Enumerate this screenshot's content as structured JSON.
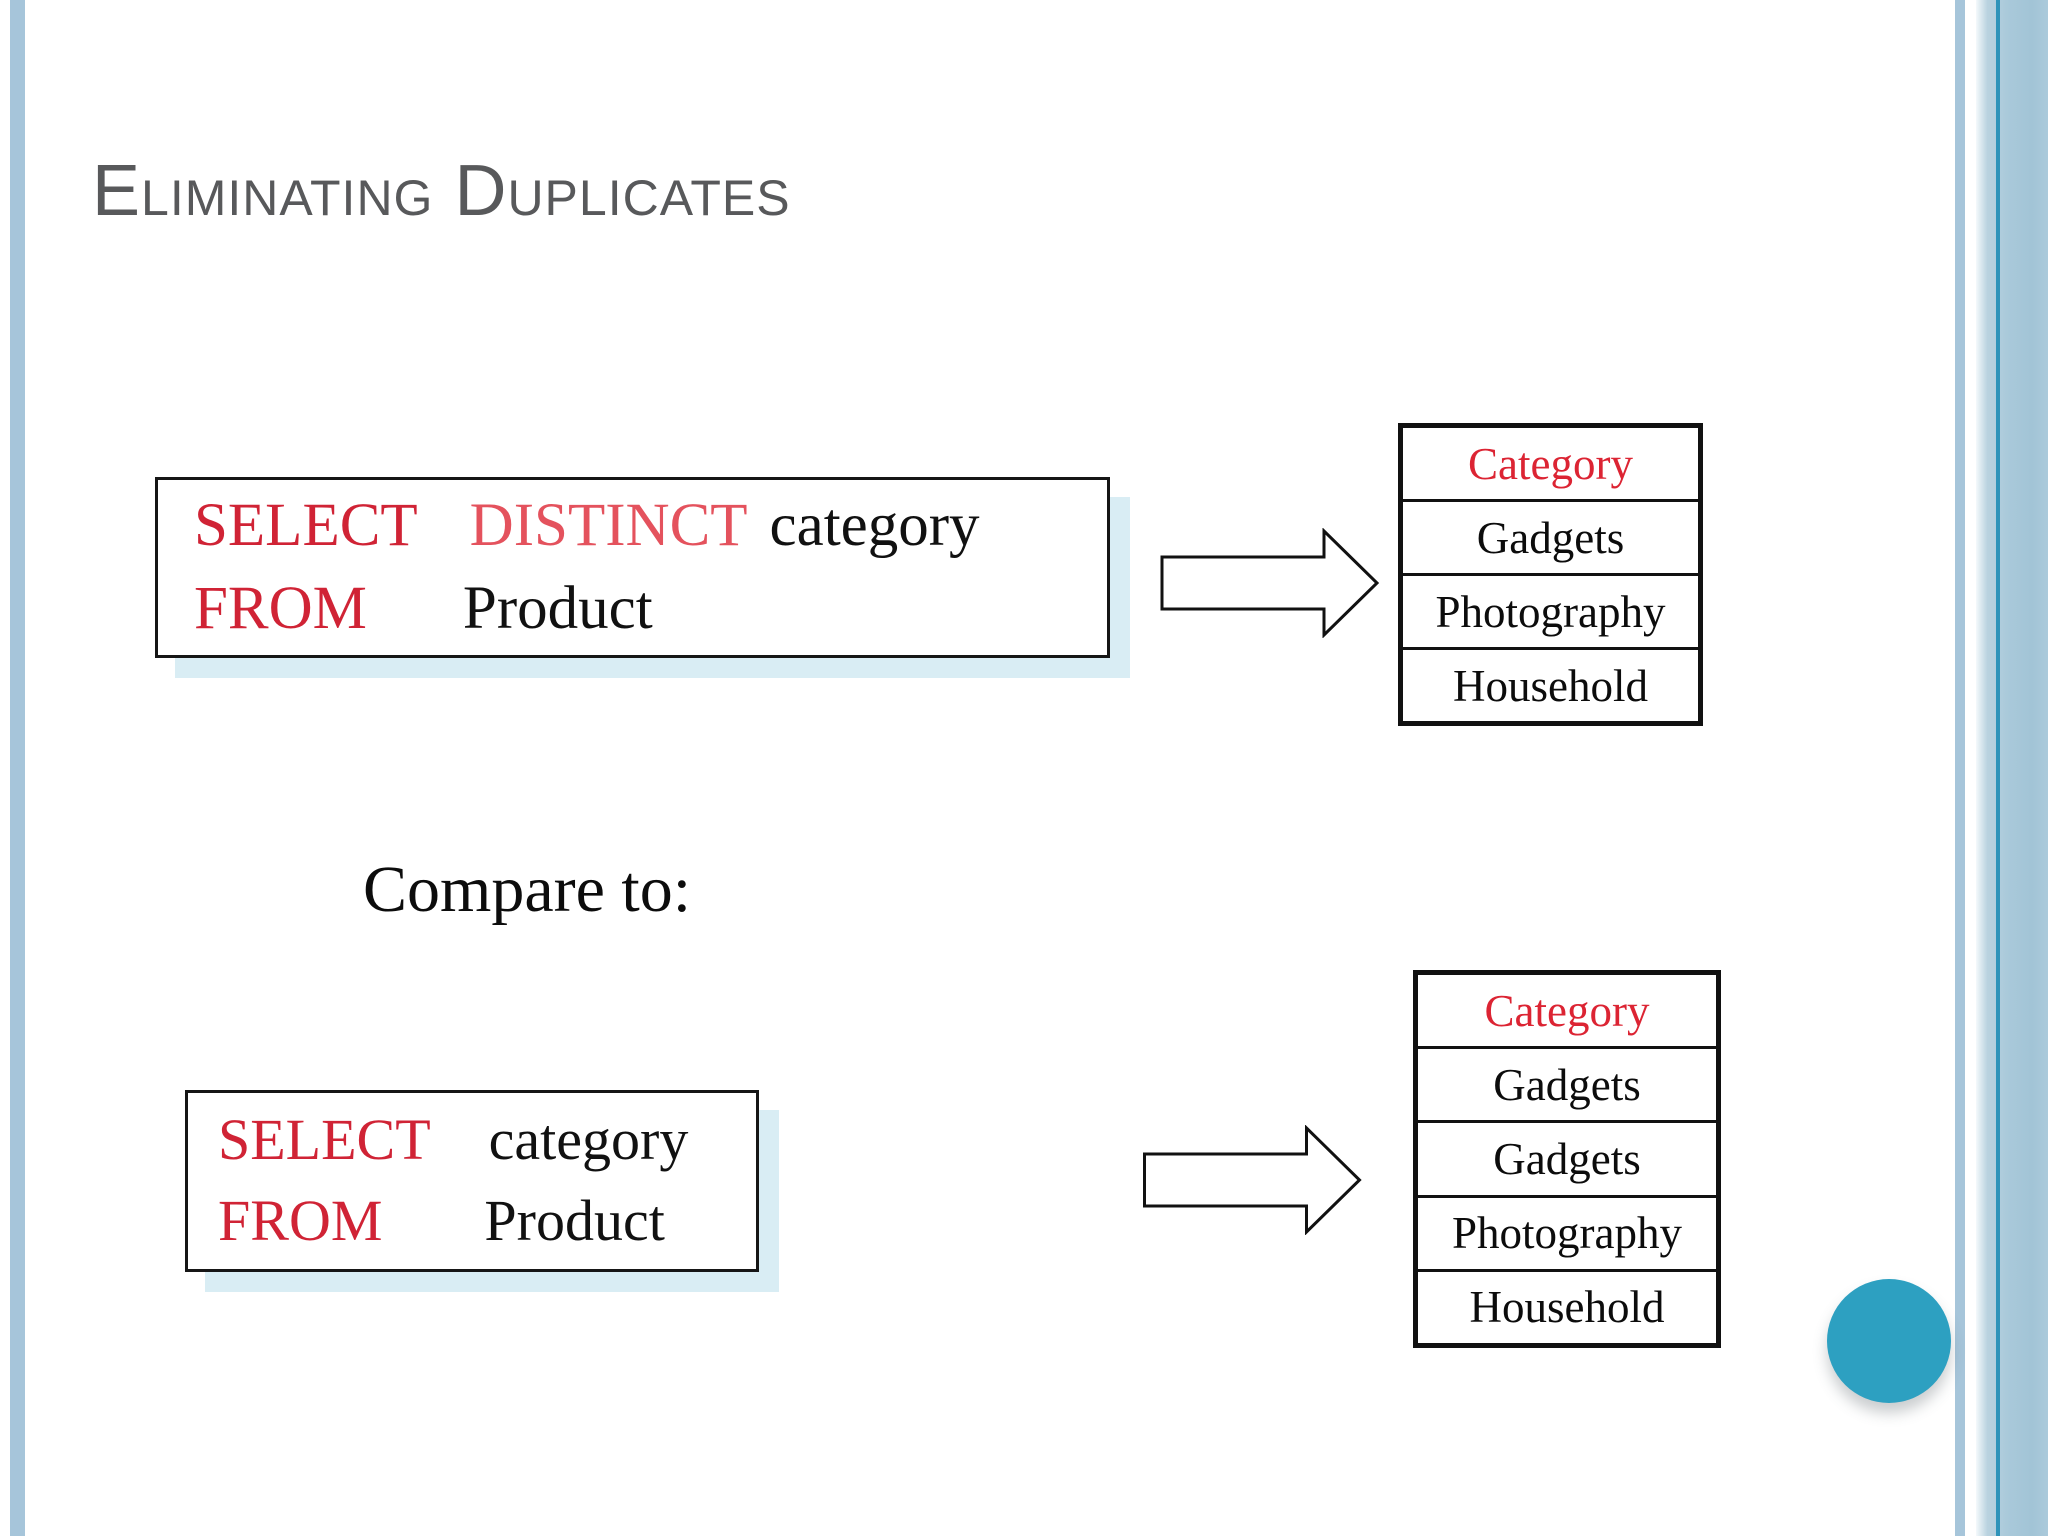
{
  "title": "Eliminating Duplicates",
  "compare_label": "Compare to:",
  "query_distinct": {
    "select": "SELECT",
    "distinct": "DISTINCT",
    "column": "category",
    "from": "FROM",
    "table": "Product"
  },
  "query_plain": {
    "select": "SELECT",
    "column": "category",
    "from": "FROM",
    "table": "Product"
  },
  "result_distinct": {
    "header": "Category",
    "rows": [
      "Gadgets",
      "Photography",
      "Household"
    ]
  },
  "result_plain": {
    "header": "Category",
    "rows": [
      "Gadgets",
      "Gadgets",
      "Photography",
      "Household"
    ]
  },
  "icons": {
    "arrow_right_1": "right-block-arrow",
    "arrow_right_2": "right-block-arrow"
  },
  "colors": {
    "keyword_red": "#d02335",
    "distinct_red": "#e4525d",
    "table_header_red": "#dc2433",
    "title_gray": "#58595b",
    "edge_stripe_blue": "#a6c5da",
    "accent_line_teal": "#2e93b9",
    "circle_teal": "#2da0c1",
    "box_shadow_blue": "#d9edf4"
  }
}
